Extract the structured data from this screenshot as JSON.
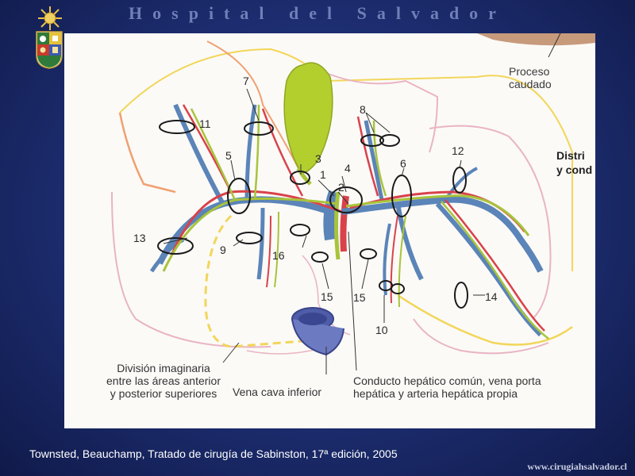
{
  "header": {
    "title": "Hospital del Salvador"
  },
  "figure": {
    "labels": {
      "proceso_caudado_l1": "Proceso",
      "proceso_caudado_l2": "caudado",
      "distrib_l1": "Distri",
      "distrib_l2": "y cond",
      "division_l1": "División imaginaria",
      "division_l2": "entre las áreas anterior",
      "division_l3": "y posterior superiores",
      "vena_cava": "Vena cava inferior",
      "conducto_l1": "Conducto hepático común, vena porta",
      "conducto_l2": "hepática y arteria hepática propia"
    },
    "numbers": {
      "n1": "1",
      "n2": "2",
      "n3": "3",
      "n4": "4",
      "n5": "5",
      "n6": "6",
      "n7": "7",
      "n8": "8",
      "n9": "9",
      "n10": "10",
      "n11": "11",
      "n12": "12",
      "n13": "13",
      "n14": "14",
      "n15a": "15",
      "n15b": "15",
      "n16": "16"
    },
    "colors": {
      "vein": "#5b84b8",
      "artery": "#d9424a",
      "duct": "#a8c43a",
      "gallbladder": "#b3cf2e",
      "outline_orange": "#f0a070",
      "outline_pink": "#e9b4c4",
      "outline_yellow": "#f2d65a"
    }
  },
  "footer": {
    "credit": "Townsted, Beauchamp, Tratado de cirugía de Sabinston, 17ª edición, 2005",
    "url": "www.cirugiahsalvador.cl"
  }
}
